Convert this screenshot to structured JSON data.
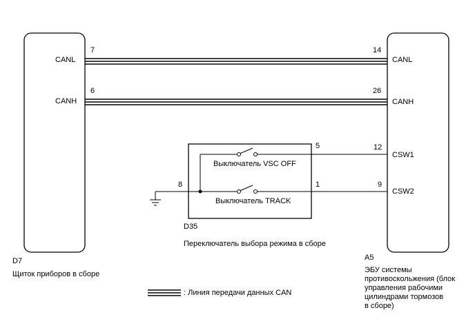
{
  "left_unit": {
    "code": "D7",
    "name": "Щиток приборов в сборе",
    "pins": [
      {
        "signal": "CANL",
        "number": "7"
      },
      {
        "signal": "CANH",
        "number": "6"
      }
    ]
  },
  "right_unit": {
    "code": "A5",
    "name_lines": [
      "ЭБУ системы",
      "противоскольжения (блок",
      "управления рабочими",
      "цилиндрами тормозов",
      "в сборе)"
    ],
    "pins": [
      {
        "signal": "CANL",
        "number": "14"
      },
      {
        "signal": "CANH",
        "number": "26"
      },
      {
        "signal": "CSW1",
        "number": "12"
      },
      {
        "signal": "CSW2",
        "number": "9"
      }
    ]
  },
  "switch_unit": {
    "code": "D35",
    "name": "Переключатель выбора режима в сборе",
    "pins": {
      "vsc_off": "5",
      "track": "1",
      "ground": "8"
    },
    "switches": {
      "vsc_off": "Выключатель VSC OFF",
      "track": "Выключатель TRACK"
    }
  },
  "legend": {
    "can_line": ": Линия передачи данных CAN"
  }
}
